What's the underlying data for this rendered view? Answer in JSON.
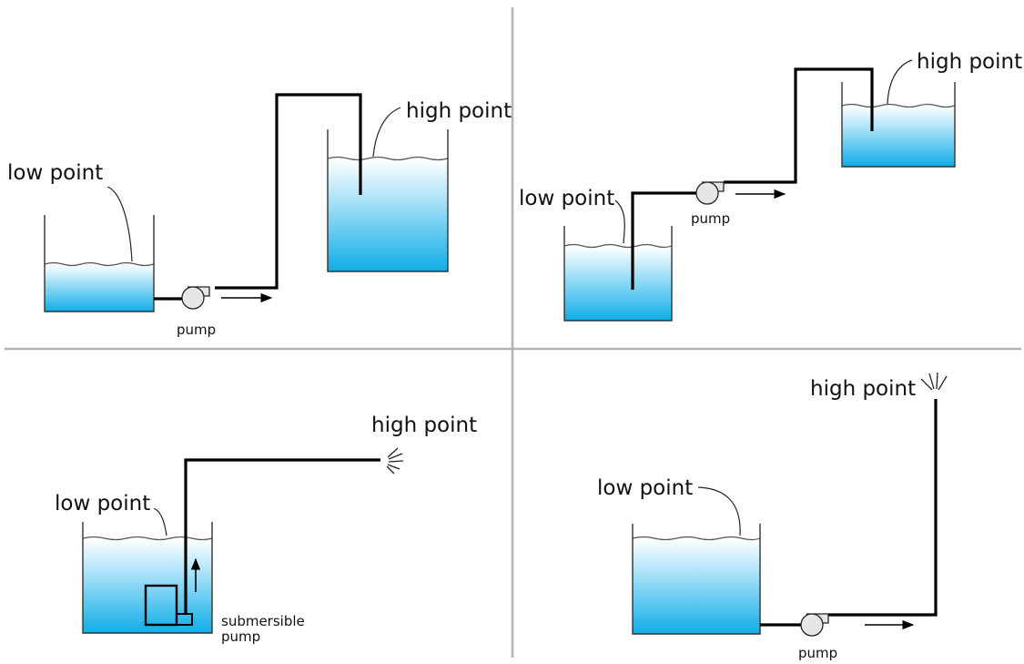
{
  "labels": {
    "low_point": "low point",
    "high_point": "high point",
    "pump": "pump",
    "submersible_line1": "submersible",
    "submersible_line2": "pump"
  },
  "colors": {
    "water_top": "#ffffff",
    "water_bottom": "#18b0e8",
    "pipe": "#000000",
    "divider": "#b3b3b3",
    "pump_fill": "#e6e6e6"
  },
  "icons": {
    "pump": "centrifugal-pump-icon",
    "submersible_pump": "submersible-pump-icon",
    "spray": "water-spray-icon",
    "flow_arrow": "flow-arrow-icon"
  }
}
